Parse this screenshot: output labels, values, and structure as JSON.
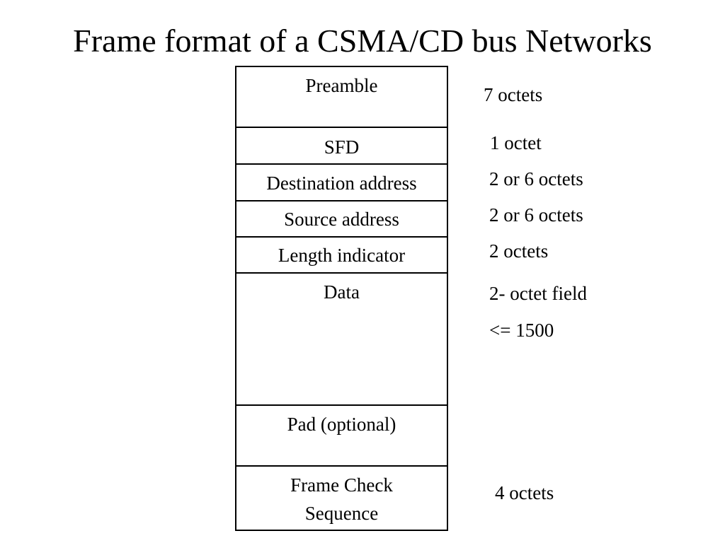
{
  "title": "Frame format of a CSMA/CD bus Networks",
  "frame_fields": [
    {
      "label": "Preamble",
      "size": "7 octets"
    },
    {
      "label": "SFD",
      "size": "1 octet"
    },
    {
      "label": "Destination address",
      "size": "2 or 6 octets"
    },
    {
      "label": "Source address",
      "size": "2 or 6 octets"
    },
    {
      "label": "Length indicator",
      "size": "2 octets"
    },
    {
      "label": "Data",
      "size": "2- octet field",
      "size_extra": "<= 1500"
    },
    {
      "label": "Pad (optional)"
    },
    {
      "label_lines": [
        "Frame Check",
        "Sequence"
      ],
      "size": "4 octets"
    }
  ]
}
